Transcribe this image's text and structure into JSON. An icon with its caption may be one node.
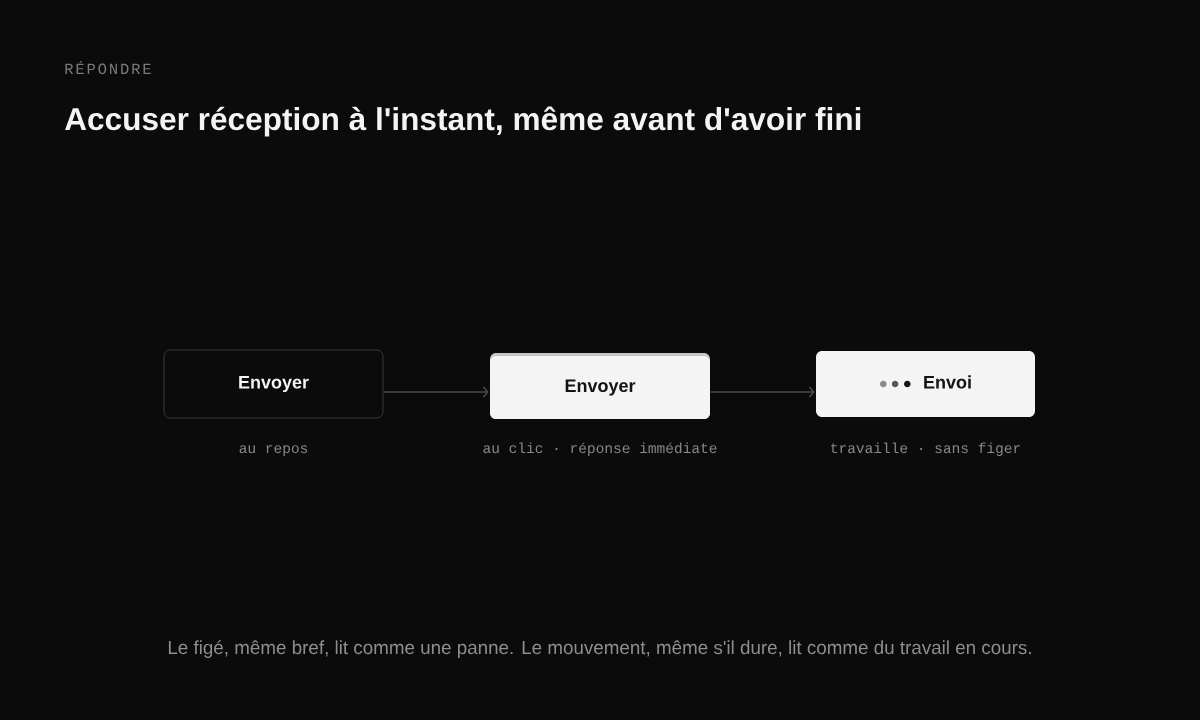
{
  "diagram": {
    "title": "Accuser réception à l'instant, même avant d'avoir fini",
    "caption": "Le figé, même bref, lit comme une panne. Le mouvement, même s'il dure, lit comme du travail en cours.",
    "nodes": [
      {
        "text": [
          "Envoyer"
        ],
        "beside": [
          "au repos"
        ]
      },
      {
        "text": [
          "Envoyer"
        ],
        "beside": [
          "au clic · réponse immédiate"
        ]
      },
      {
        "text": [
          "Envoi"
        ],
        "beside": [
          "travaille · sans figer"
        ]
      }
    ],
    "edges": [
      {
        "from": 0,
        "to": 1,
        "arrow": "to"
      },
      {
        "from": 1,
        "to": 2,
        "arrow": "to"
      }
    ],
    "labels": [
      "RÉPONDRE"
    ]
  }
}
